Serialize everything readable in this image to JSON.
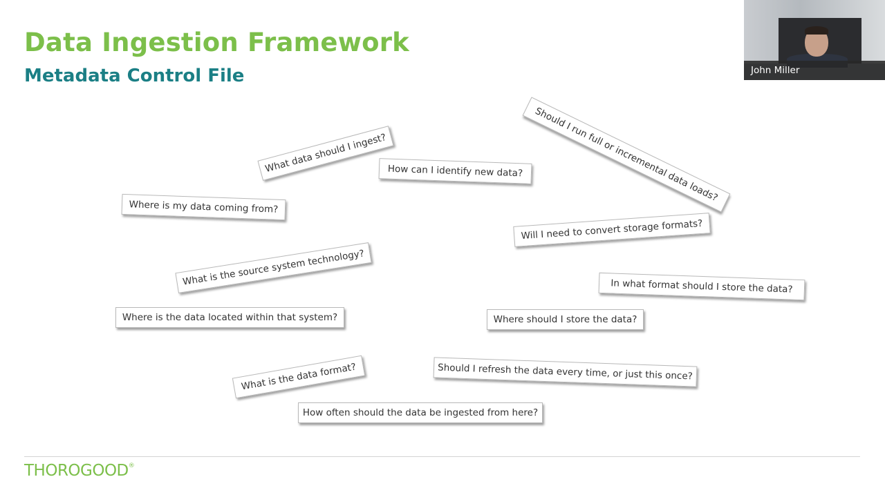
{
  "colors": {
    "title_green": "#7cbf4a",
    "subtitle_teal": "#1b7f85"
  },
  "slide": {
    "title": "Data Ingestion Framework",
    "subtitle": "Metadata Control File"
  },
  "questions": [
    "What data should I ingest?",
    "How can I identify new data?",
    "Should I run full or incremental data loads?",
    "Where is my data coming from?",
    "Will I need to convert storage formats?",
    "What is the source system technology?",
    "In what format should I store the data?",
    "Where is the data located within that system?",
    "Where should I store the data?",
    "Should I refresh the data every time, or just this once?",
    "What is the data format?",
    "How often should the data be ingested from here?"
  ],
  "webcam": {
    "participant_name": "John Miller"
  },
  "footer": {
    "logo_text": "THOROGOOD",
    "logo_mark": "®"
  }
}
